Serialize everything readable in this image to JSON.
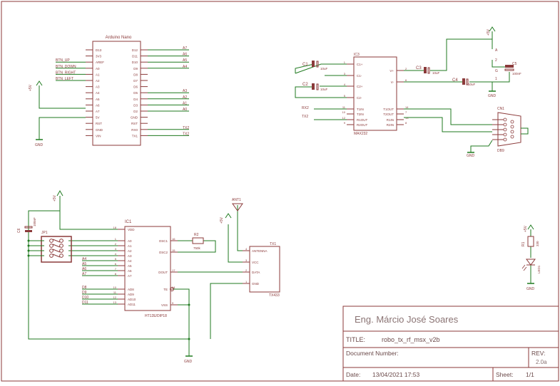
{
  "colors": {
    "frame": "#8b3a3a",
    "wire": "#1f7a1f",
    "part": "#8b3a3a",
    "label": "#8b3a3a",
    "title_text": "#7a5555"
  },
  "components": {
    "arduino": {
      "name": "Arduino Nano",
      "left_pins": [
        "D13",
        "3V3",
        "AREF",
        "A0",
        "A1",
        "A2",
        "A3",
        "A4",
        "A5",
        "A6",
        "A7",
        "5V",
        "RST",
        "GND",
        "VIN"
      ],
      "right_pins": [
        "D12",
        "D11",
        "D10",
        "D9",
        "D8",
        "D7",
        "D6",
        "D5",
        "D4",
        "D3",
        "D2",
        "GND",
        "RST",
        "RX0",
        "TX1"
      ],
      "right_nets": [
        "A7",
        "A6",
        "A5",
        "A4",
        "",
        "",
        "",
        "A3",
        "A2",
        "A1",
        "A0",
        "",
        "",
        "TX2",
        "TX2"
      ],
      "left_nets": [
        "BTN_UP",
        "BTN_DOWN",
        "BTN_RIGHT",
        "BTN_LEFT"
      ],
      "power_label": "+5V",
      "gnd_label": "GND"
    },
    "max232": {
      "ref": "IC3",
      "name": "MAX232",
      "left_pins": [
        "C1+",
        "C1-",
        "C2+",
        "C2-",
        "T1IN",
        "T2IN",
        "R1OUT",
        "R2OUT"
      ],
      "left_nums": [
        "1",
        "3",
        "4",
        "5",
        "11",
        "10",
        "12",
        "9"
      ],
      "right_pins": [
        "V+",
        "V-",
        "T1OUT",
        "T2OUT",
        "R1IN",
        "R2IN"
      ],
      "right_nums": [
        "2",
        "6",
        "14",
        "7",
        "13",
        "8"
      ],
      "c1": {
        "ref": "C1",
        "value": "10uF"
      },
      "c2": {
        "ref": "C2",
        "value": "10uF"
      },
      "c3": {
        "ref": "C3",
        "value": "10uF"
      },
      "c4": {
        "ref": "C4",
        "value": "10uF"
      },
      "c5": {
        "ref": "C5",
        "value": "100nF"
      },
      "rx_label": "RX2",
      "tx_label": "TX2",
      "power_label": "+5V",
      "gnd_label": "GND",
      "connector_ref": "CN1",
      "connector_name": "DB9",
      "pin_labels": [
        "A",
        "2",
        "G",
        "1"
      ]
    },
    "encoder": {
      "ref": "IC1",
      "name": "HT12E/DIP18",
      "left_pins": [
        "VDD",
        "A0",
        "A1",
        "A2",
        "A3",
        "A4",
        "A5",
        "A6",
        "A7",
        "AD8",
        "AD9",
        "AD10",
        "AD11"
      ],
      "left_nums": [
        "18",
        "1",
        "2",
        "3",
        "4",
        "5",
        "6",
        "7",
        "8",
        "10",
        "11",
        "12",
        "13"
      ],
      "right_pins": [
        "OSC1",
        "OSC2",
        "DOUT",
        "TE",
        "VSS"
      ],
      "right_nums": [
        "16",
        "15",
        "17",
        "14",
        "9"
      ],
      "dip": {
        "ref": "JP1"
      },
      "cap": {
        "ref": "C6",
        "value": "100nF"
      },
      "resistor": {
        "ref": "R2",
        "value": "750k"
      },
      "tx_module": {
        "ref": "TX1",
        "name": "TX433",
        "pins": [
          "ANTENNA",
          "VCC",
          "DATA",
          "GND"
        ],
        "nums": [
          "4",
          "3",
          "2",
          "1"
        ]
      },
      "antenna_label": "ANT1",
      "data_labels_a": [
        "A0",
        "A1",
        "A2",
        "A3",
        "A4",
        "A5",
        "A6",
        "A7"
      ],
      "data_labels_d": [
        "D8",
        "D9",
        "D10",
        "D11"
      ],
      "power_label": "+5V",
      "gnd_label": "GND"
    },
    "led": {
      "r_ref": "R1",
      "r_value": "330",
      "led_ref": "LED1",
      "power_label": "+5V",
      "gnd_label": "GND"
    }
  },
  "title_block": {
    "author": "Eng. Márcio José Soares",
    "title_label": "TITLE:",
    "title_value": "robo_tx_rf_msx_v2b",
    "docnum_label": "Document Number:",
    "rev_label": "REV:",
    "rev_value": "2.0a",
    "date_label": "Date:",
    "date_value": "13/04/2021 17:53",
    "sheet_label": "Sheet:",
    "sheet_value": "1/1"
  }
}
